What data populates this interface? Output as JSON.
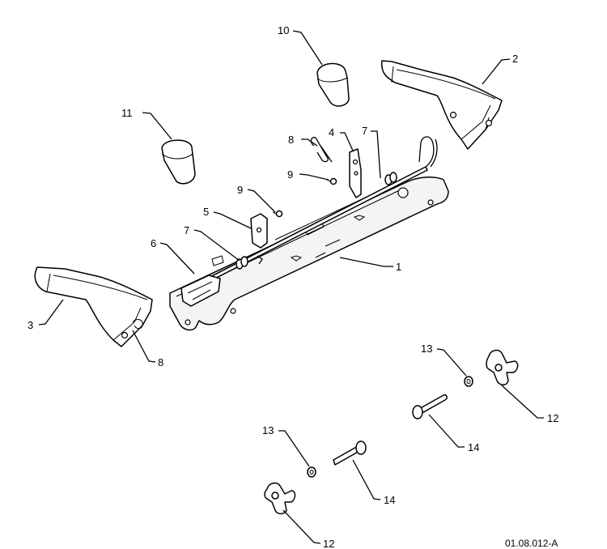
{
  "diagram": {
    "drawing_code": "01.08.012-A",
    "callouts": [
      {
        "id": "c1",
        "label": "1"
      },
      {
        "id": "c2",
        "label": "2"
      },
      {
        "id": "c3",
        "label": "3"
      },
      {
        "id": "c4",
        "label": "4"
      },
      {
        "id": "c5",
        "label": "5"
      },
      {
        "id": "c6",
        "label": "6"
      },
      {
        "id": "c7a",
        "label": "7"
      },
      {
        "id": "c7b",
        "label": "7"
      },
      {
        "id": "c8a",
        "label": "8"
      },
      {
        "id": "c8b",
        "label": "8"
      },
      {
        "id": "c9a",
        "label": "9"
      },
      {
        "id": "c9b",
        "label": "9"
      },
      {
        "id": "c10",
        "label": "10"
      },
      {
        "id": "c11",
        "label": "11"
      },
      {
        "id": "c12a",
        "label": "12"
      },
      {
        "id": "c12b",
        "label": "12"
      },
      {
        "id": "c13a",
        "label": "13"
      },
      {
        "id": "c13b",
        "label": "13"
      },
      {
        "id": "c14a",
        "label": "14"
      },
      {
        "id": "c14b",
        "label": "14"
      }
    ]
  }
}
